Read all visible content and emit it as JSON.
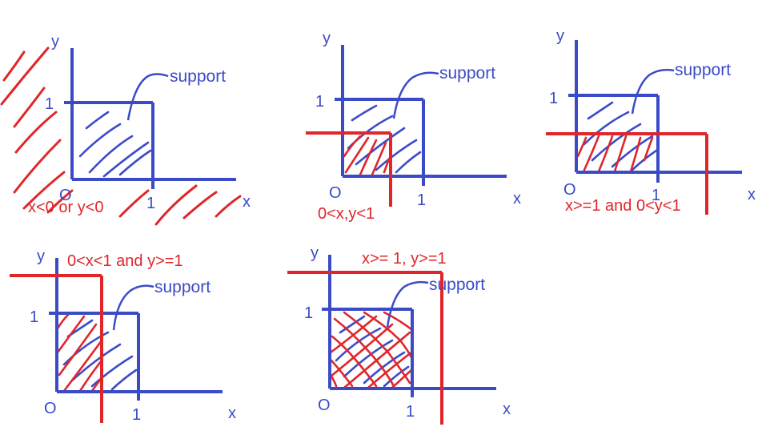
{
  "colors": {
    "axis": "#3b4bc8",
    "red": "#e0262a",
    "text_axis": "#3b4bc8"
  },
  "panels": [
    {
      "axis_y": "y",
      "axis_x": "x",
      "origin": "O",
      "tick_one_y": "1",
      "tick_one_x": "1",
      "support_label": "support",
      "region_label": "x<0 or y<0"
    },
    {
      "axis_y": "y",
      "axis_x": "x",
      "origin": "O",
      "tick_one_y": "1",
      "tick_one_x": "1",
      "support_label": "support",
      "region_label": "0<x,y<1"
    },
    {
      "axis_y": "y",
      "axis_x": "x",
      "origin": "O",
      "tick_one_y": "1",
      "tick_one_x": "1",
      "support_label": "support",
      "region_label": "x>=1 and 0<y<1"
    },
    {
      "axis_y": "y",
      "axis_x": "x",
      "origin": "O",
      "tick_one_y": "1",
      "tick_one_x": "1",
      "support_label": "support",
      "region_label": "0<x<1 and y>=1"
    },
    {
      "axis_y": "y",
      "axis_x": "x",
      "origin": "O",
      "tick_one_y": "1",
      "tick_one_x": "1",
      "support_label": "support",
      "region_label": "x>= 1, y>=1"
    }
  ]
}
